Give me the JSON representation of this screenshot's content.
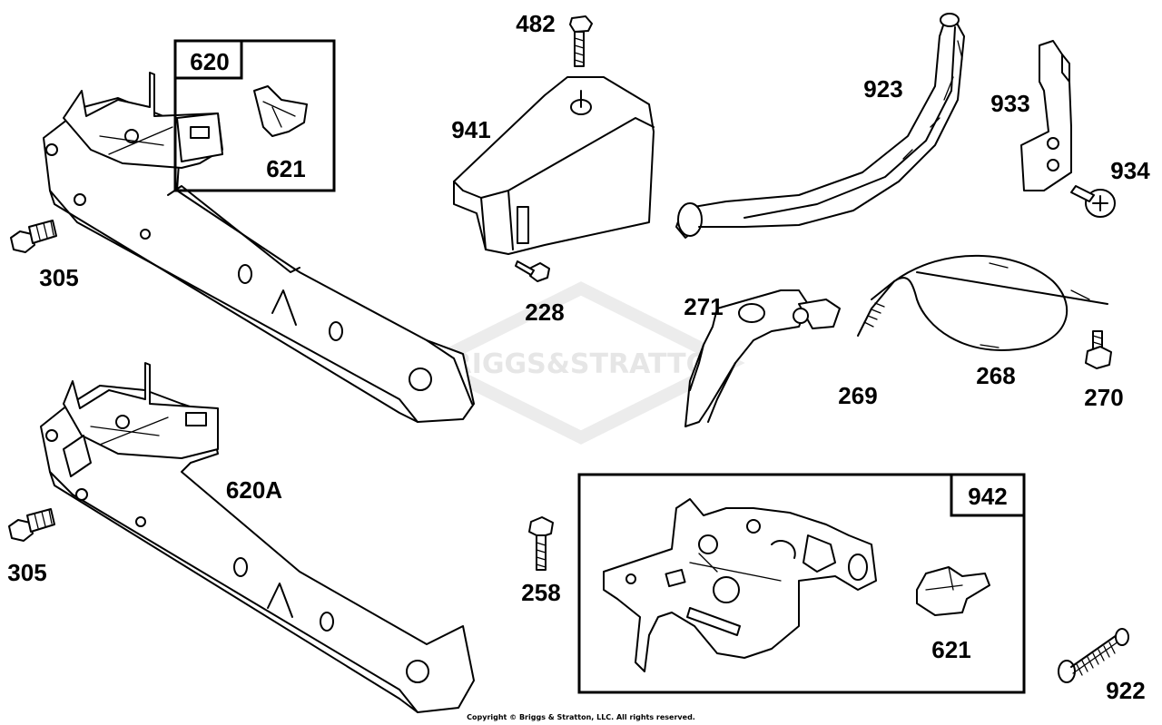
{
  "labels": {
    "p482": "482",
    "p620": "620",
    "p621a": "621",
    "p941": "941",
    "p923": "923",
    "p933": "933",
    "p934": "934",
    "p305a": "305",
    "p228": "228",
    "p271": "271",
    "p269": "269",
    "p268": "268",
    "p270": "270",
    "p620A": "620A",
    "p942": "942",
    "p305b": "305",
    "p258": "258",
    "p621b": "621",
    "p922": "922"
  },
  "watermark": "BRIGGS&STRATTON",
  "copyright": "Copyright © Briggs & Stratton, LLC. All rights reserved."
}
